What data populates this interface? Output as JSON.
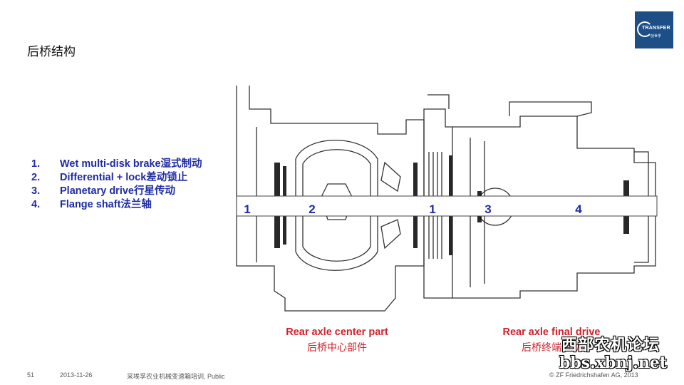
{
  "slide": {
    "title": "后桥结构",
    "logo": {
      "brand": "TRANSFER",
      "sub": "创世孚"
    }
  },
  "legend": [
    {
      "num": "1.",
      "text": "Wet multi-disk brake湿式制动"
    },
    {
      "num": "2.",
      "text": "Differential + lock差动锁止"
    },
    {
      "num": "3.",
      "text": "Planetary drive行星传动"
    },
    {
      "num": "4.",
      "text": "Flange shaft法兰轴"
    }
  ],
  "diagram": {
    "labels": [
      "1",
      "2",
      "1",
      "3",
      "4"
    ]
  },
  "captions": {
    "center": {
      "en": "Rear axle center part",
      "cn": "后桥中心部件"
    },
    "final": {
      "en": "Rear axle final drive",
      "cn": "后桥终端传动"
    }
  },
  "footer": {
    "page": "51",
    "date": "2013-11-26",
    "info": "采埃孚农业机械变速箱培训, Public",
    "copyright": "© ZF Friedrichshafen AG, 2013"
  },
  "watermark": {
    "line1": "西部农机论坛",
    "line2": "bbs.xbnj.net"
  },
  "colors": {
    "legend_text": "#1f2ca3",
    "caption_text": "#d2202a",
    "logo_bg": "#1d4e86"
  }
}
